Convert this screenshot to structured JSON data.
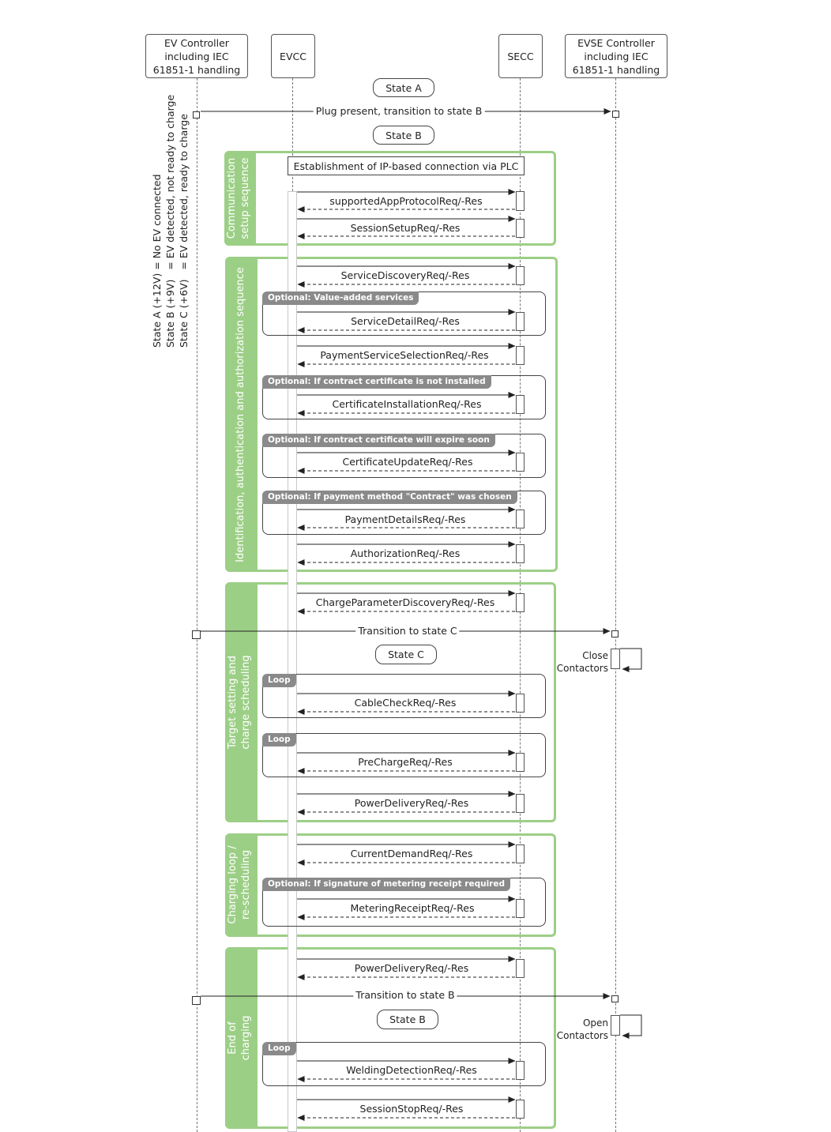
{
  "participants": {
    "ev_controller": "EV Controller\nincluding IEC\n61851-1 handling",
    "evcc": "EVCC",
    "secc": "SECC",
    "evse_controller": "EVSE Controller\nincluding IEC\n61851-1 handling"
  },
  "legend": {
    "line1": "State A (+12V) = No EV connected",
    "line2": "State B (+9V)   = EV detected, not ready to charge",
    "line3": "State C (+6V)   = EV detected, ready to charge"
  },
  "states": {
    "state_a": "State A",
    "state_b_1": "State B",
    "state_c": "State C",
    "state_b_2": "State B"
  },
  "transitions": {
    "plug_present": "Plug present, transition to state B",
    "to_state_c": "Transition to state C",
    "to_state_b": "Transition  to state B"
  },
  "notes": {
    "ip_connection": "Establishment of IP-based connection via PLC",
    "close_contactors": "Close\nContactors",
    "open_contactors": "Open\nContactors"
  },
  "phases": {
    "communication": "Communication\nsetup sequence",
    "identification": "Identification, authentication and authorization sequence",
    "target": "Target setting and\ncharge scheduling",
    "charging_loop": "Charging loop /\nre-scheduling",
    "end": "End of\ncharging"
  },
  "frames": {
    "value_added": "Optional: Value-added services",
    "cert_install": "Optional: If contract certificate is not installed",
    "cert_update": "Optional: If contract certificate will expire soon",
    "payment_contract": "Optional: If payment method \"Contract\" was chosen",
    "loop1": "Loop",
    "loop2": "Loop",
    "metering": "Optional: If signature of metering receipt required",
    "loop3": "Loop"
  },
  "messages": [
    "supportedAppProtocolReq/-Res",
    "SessionSetupReq/-Res",
    "ServiceDiscoveryReq/-Res",
    "ServiceDetailReq/-Res",
    "PaymentServiceSelectionReq/-Res",
    "CertificateInstallationReq/-Res",
    "CertificateUpdateReq/-Res",
    "PaymentDetailsReq/-Res",
    "AuthorizationReq/-Res",
    "ChargeParameterDiscoveryReq/-Res",
    "CableCheckReq/-Res",
    "PreChargeReq/-Res",
    "PowerDeliveryReq/-Res",
    "CurrentDemandReq/-Res",
    "MeteringReceiptReq/-Res",
    "PowerDeliveryReq/-Res",
    "WeldingDetectionReq/-Res",
    "SessionStopReq/-Res"
  ]
}
